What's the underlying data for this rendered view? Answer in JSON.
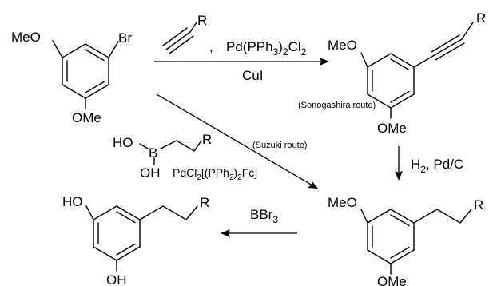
{
  "labels": {
    "meo": "MeO",
    "ome": "OMe",
    "br": "Br",
    "r": "R",
    "ho": "HO",
    "oh": "OH",
    "b": "B",
    "comma": ",",
    "pd_cat_main": "Pd(PPh",
    "pd_cat_sub1": "3",
    "pd_cat_mid": ")",
    "pd_cat_sub2": "2",
    "pd_cat_end": "Cl",
    "pd_cat_sub3": "2",
    "cui": "CuI",
    "h2_main": "H",
    "h2_sub": "2",
    "h2_rest": ", Pd/C",
    "bbr3_main": "BBr",
    "bbr3_sub": "3",
    "suzuki_cat_1": "PdCl",
    "suzuki_cat_s1": "2",
    "suzuki_cat_2": "[(PPh",
    "suzuki_cat_s2": "2",
    "suzuki_cat_3": ")",
    "suzuki_cat_s3": "2",
    "suzuki_cat_4": "Fc]"
  },
  "routes": {
    "sonogashira": "(Sonogashira route)",
    "suzuki": "(Suzuki route)"
  },
  "colors": {
    "sonogashira": "#1a3ff0",
    "suzuki": "#e0201a",
    "ink": "#000000"
  }
}
